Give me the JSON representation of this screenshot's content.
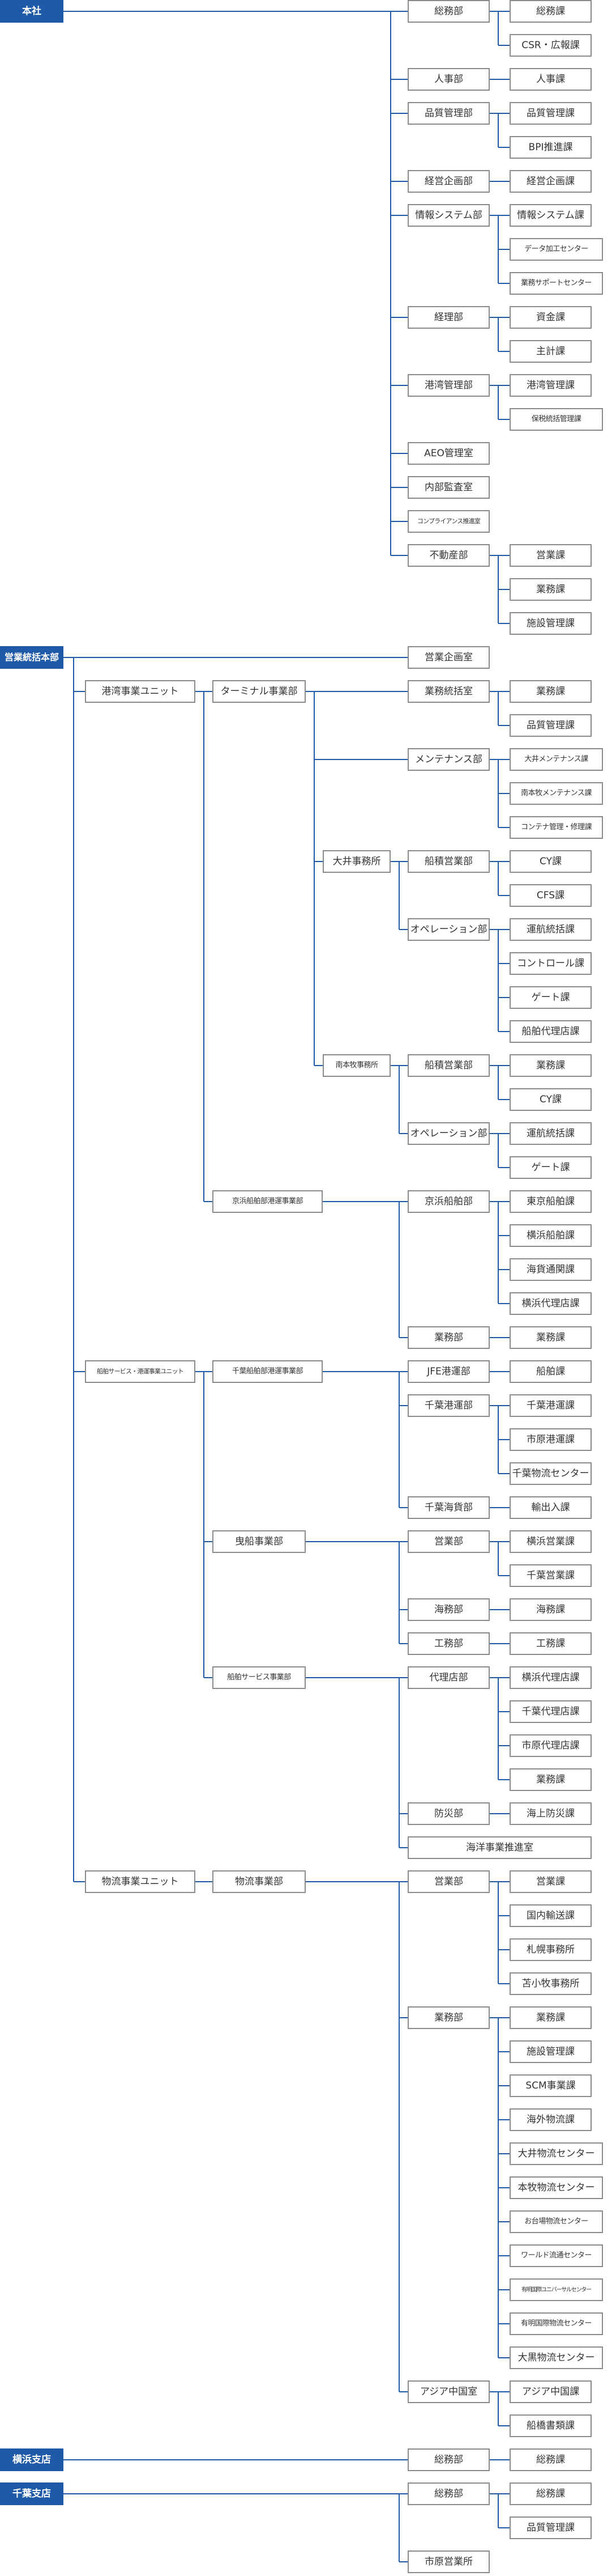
{
  "colors": {
    "accent": "#1e5aa8",
    "box_border": "#8a8a8a",
    "text": "#333333"
  },
  "nodes": {
    "honsha": "本社",
    "somu_bu": "総務部",
    "somu_ka": "総務課",
    "csr_ka": "CSR・広報課",
    "jinji_bu": "人事部",
    "jinji_ka": "人事課",
    "hinshitsu_bu": "品質管理部",
    "hinshitsu_ka": "品質管理課",
    "bpi_ka": "BPI推進課",
    "keiei_shitsu": "経営企画部",
    "keiei_ka": "経営企画課",
    "joho_bu": "情報システム部",
    "joho_ka": "情報システム課",
    "data_center": "データ加工センター",
    "gyomu_support": "業務サポートセンター",
    "keiri_bu": "経理部",
    "shikin_ka": "資金課",
    "shukei_ka": "主計課",
    "kowan_kanri_bu": "港湾管理部",
    "kowan_kanri_ka": "港湾管理課",
    "hozei_ka": "保税統括管理課",
    "aeo": "AEO管理室",
    "naibu": "内部監査室",
    "compliance": "コンプライアンス推進室",
    "fudosan_bu": "不動産部",
    "eigyo_ka1": "営業課",
    "gyomu_ka1": "業務課",
    "shisetsu_ka1": "施設管理課",
    "eigyo_tokatsu": "営業統括本部",
    "eigyo_kikaku": "営業企画室",
    "kowan_unit": "港湾事業ユニット",
    "terminal": "ターミナル事業部",
    "gyomu_tokatsu": "業務統括室",
    "gyomu_ka2": "業務課",
    "hinshitsu_ka2": "品質管理課",
    "maint_bu": "メンテナンス部",
    "oi_maint": "大井メンテナンス課",
    "minamihon_maint": "南本牧メンテナンス課",
    "container_shuri": "コンテナ管理・修理課",
    "oi_jimusho": "大井事務所",
    "senseki_bu1": "船積営業部",
    "cy_ka1": "CY課",
    "cfs_ka": "CFS課",
    "ope_bu1": "オペレーション部",
    "unko_ka1": "運航統括課",
    "control_ka": "コントロール課",
    "gate_ka1": "ゲート課",
    "senpaku_dairi": "船舶代理店課",
    "minamihon_jimusho": "南本牧事務所",
    "senseki_bu2": "船積営業部",
    "gyomu_ka3": "業務課",
    "cy_ka2": "CY課",
    "ope_bu2": "オペレーション部",
    "unko_ka2": "運航統括課",
    "gate_ka2": "ゲート課",
    "keihin_jigyo": "京浜船舶部港運事業部",
    "keihin_bu": "京浜船舶部",
    "tokyo_ka": "東京船舶課",
    "yokohama_ka": "横浜船舶課",
    "kaiun_ka": "海貨通関課",
    "keihin_dairi": "横浜代理店課",
    "gyomu_bu1": "業務部",
    "gyomu_ka4": "業務課",
    "senpaku_unit": "船舶サービス・港運事業ユニット",
    "chiba_jigyo": "千葉船舶部港運事業部",
    "jfe_bu": "JFE港運部",
    "senpaku_ka": "船舶課",
    "chiba_kowan_bu": "千葉港運部",
    "chiba_kowan_ka": "千葉港運課",
    "ichihara_kowan_ka": "市原港運課",
    "chiba_butsuryu": "千葉物流センター",
    "chiba_kaiun_bu": "千葉海貨部",
    "yushutsu_ka": "輸出入課",
    "eisen_jigyo": "曳船事業部",
    "eigyo_bu1": "営業部",
    "yokohama_eigyo": "横浜営業課",
    "chiba_eigyo": "千葉営業課",
    "kaimu_bu": "海務部",
    "kaimu_ka": "海務課",
    "kozai_bu": "工務部",
    "kozai_ka": "工務課",
    "senpaku_service_jigyo": "船舶サービス事業部",
    "dairiten_bu": "代理店部",
    "yokohama_dairi": "横浜代理店課",
    "chiba_dairi": "千葉代理店課",
    "ichihara_dairi": "市原代理店課",
    "gyomu_ka5": "業務課",
    "bosai_bu": "防災部",
    "kaijo_bosai": "海上防災課",
    "kaiyo_shitsu": "海洋事業推進室",
    "butsuryu_unit": "物流事業ユニット",
    "butsuryu_jigyo": "物流事業部",
    "eigyo_bu2": "営業部",
    "eigyo_ka2": "営業課",
    "kokunai_ka": "国内輸送課",
    "sapporo": "札幌事務所",
    "tomakomai": "苫小牧事務所",
    "gyomu_bu2": "業務部",
    "gyomu_ka6": "業務課",
    "shisetsu_ka2": "施設管理課",
    "scm_ka": "SCM事業課",
    "kaigai_ka": "海外物流課",
    "oi_butsuryu": "大井物流センター",
    "honmoku_butsuryu": "本牧物流センター",
    "odaiba_butsuryu": "お台場物流センター",
    "world_center": "ワールド流通センター",
    "ariake_universal": "有明国際ユニバーサルセンター",
    "ariake_butsuryu": "有明国際物流センター",
    "daikoku_butsuryu": "大黒物流センター",
    "asia_shitsu": "アジア中国室",
    "asia_ka": "アジア中国課",
    "funabashi_ka": "船橋書類課",
    "yokohama_shiten": "横浜支店",
    "yokohama_somu_bu": "総務部",
    "yokohama_somu_ka": "総務課",
    "chiba_shiten": "千葉支店",
    "chiba_somu_bu": "総務部",
    "chiba_somu_ka": "総務課",
    "chiba_hinshitsu_ka": "品質管理課",
    "ichihara_eigyosho": "市原営業所"
  }
}
